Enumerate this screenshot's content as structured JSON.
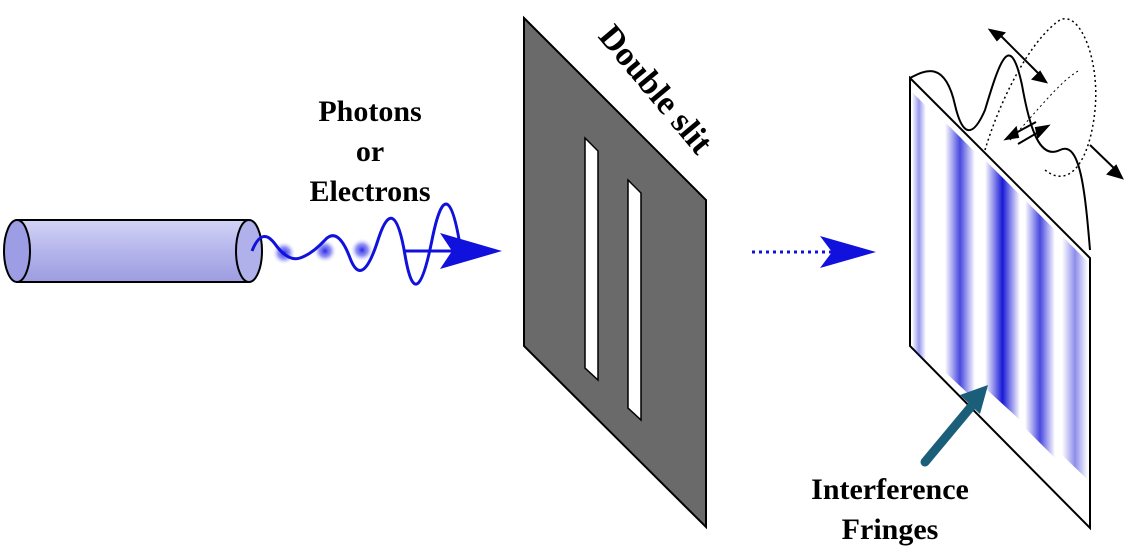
{
  "labels": {
    "source_line1": "Photons",
    "source_line2": "or",
    "source_line3": "Electrons",
    "slit": "Double slit",
    "fringes_line1": "Interference",
    "fringes_line2": "Fringes"
  },
  "colors": {
    "source_body": "#b9b9ee",
    "source_cap": "#9d9de6",
    "wave": "#1111dd",
    "barrier": "#6a6a6a",
    "fringe": "#1a1ad8",
    "pointer": "#1b5e7a"
  }
}
